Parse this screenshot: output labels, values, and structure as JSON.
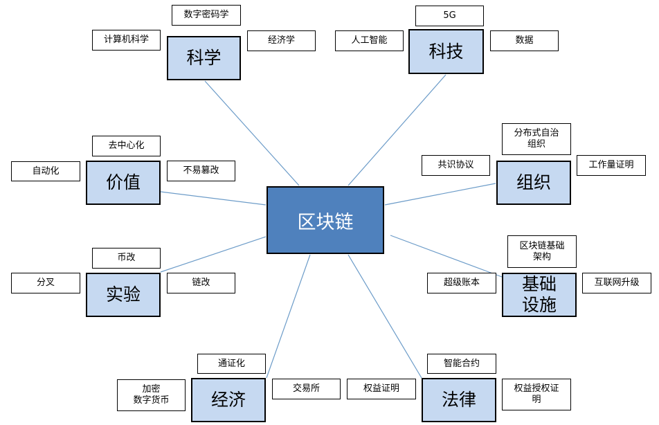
{
  "center": {
    "label": "区块链"
  },
  "groups": [
    {
      "key": "science",
      "label": "科学",
      "subs": [
        "数字密码学",
        "计算机科学",
        "经济学"
      ]
    },
    {
      "key": "tech",
      "label": "科技",
      "subs": [
        "5G",
        "人工智能",
        "数据"
      ]
    },
    {
      "key": "value",
      "label": "价值",
      "subs": [
        "去中心化",
        "自动化",
        "不易篡改"
      ]
    },
    {
      "key": "org",
      "label": "组织",
      "subs": [
        "分布式自治\n组织",
        "共识协议",
        "工作量证明"
      ]
    },
    {
      "key": "exp",
      "label": "实验",
      "subs": [
        "币改",
        "分叉",
        "链改"
      ]
    },
    {
      "key": "infra",
      "label": "基础\n设施",
      "subs": [
        "区块链基础\n架构",
        "超级账本",
        "互联网升级"
      ]
    },
    {
      "key": "econ",
      "label": "经济",
      "subs": [
        "通证化",
        "加密\n数字货币",
        "交易所"
      ]
    },
    {
      "key": "law",
      "label": "法律",
      "subs": [
        "智能合约",
        "权益证明",
        "权益授权证\n明"
      ]
    }
  ],
  "colors": {
    "center_fill": "#4f81bd",
    "main_fill": "#c6d9f1",
    "link": "#6b9bc8"
  }
}
